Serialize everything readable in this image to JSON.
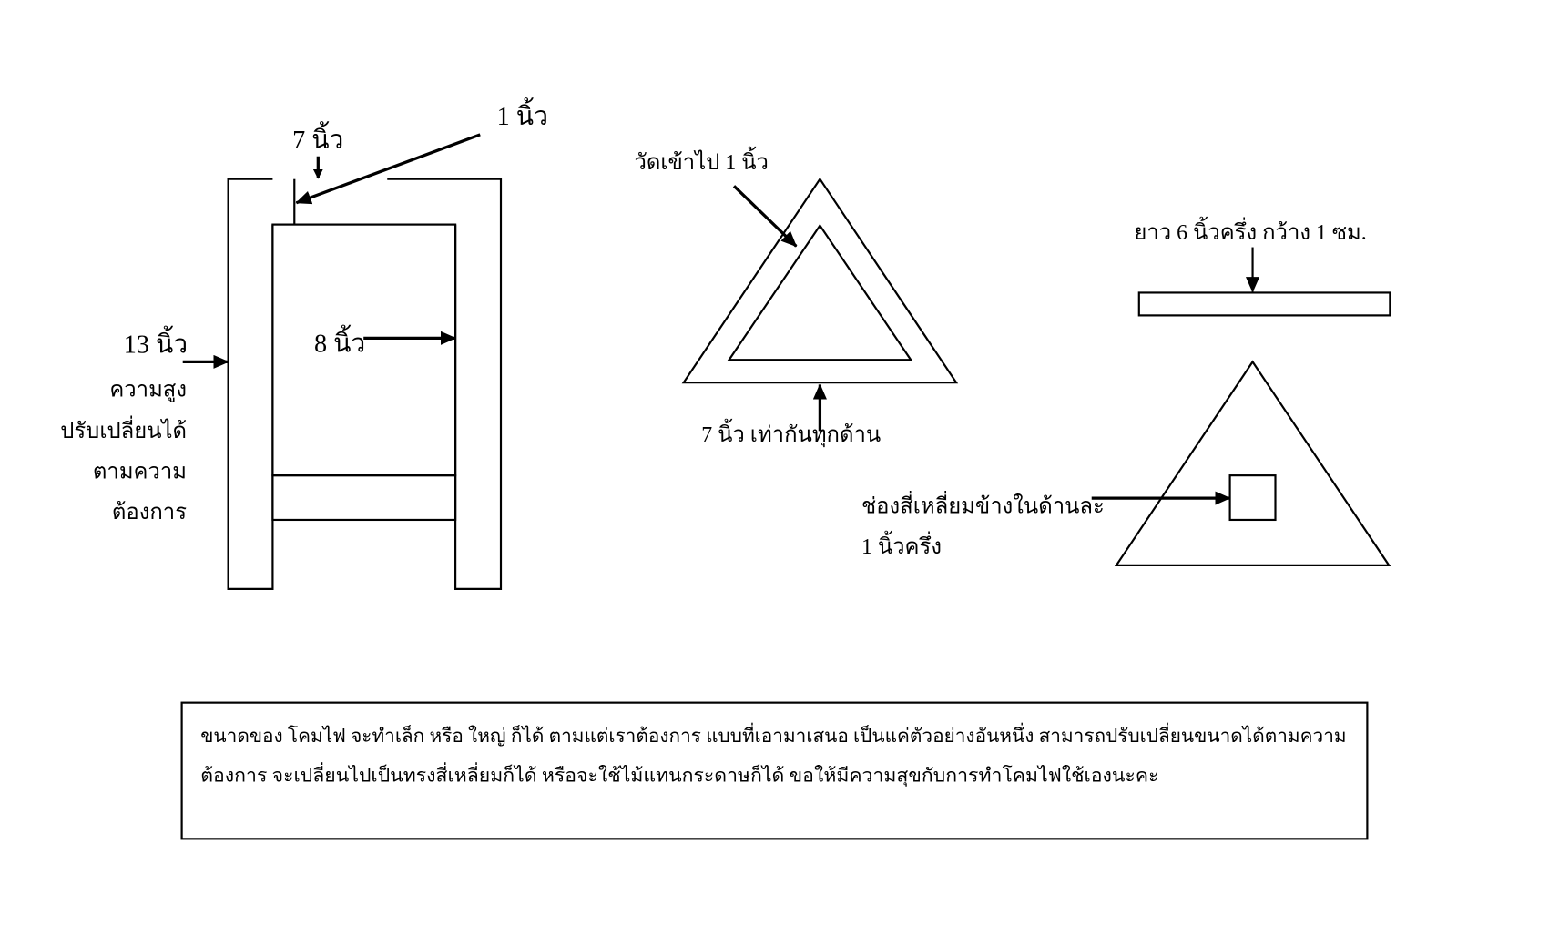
{
  "lamp_frame": {
    "label_top_width": "7 นิ้ว",
    "label_gap": "1 นิ้ว",
    "label_height": "13 นิ้ว",
    "label_inner": "8 นิ้ว",
    "note_lines": [
      "ความสูง",
      "ปรับเปลี่ยนได้",
      "ตามความ",
      "ต้องการ"
    ]
  },
  "triangle_frame": {
    "label_inset": "วัดเข้าไป 1 นิ้ว",
    "label_sides": "7 นิ้ว เท่ากันทุกด้าน"
  },
  "strip": {
    "label": "ยาว 6 นิ้วครึ่ง กว้าง 1 ซม."
  },
  "triangle_window": {
    "label_line1": "ช่องสี่เหลี่ยมข้างในด้านละ",
    "label_line2": "1 นิ้วครึ่ง"
  },
  "note_box": {
    "lines": [
      "ขนาดของ โคมไฟ จะทำเล็ก หรือ ใหญ่ ก็ได้ ตามแต่เราต้องการ แบบที่เอามาเสนอ เป็นแค่ตัวอย่างอันหนึ่ง สามารถปรับเปลี่ยนขนาดได้ตามความ",
      "ต้องการ จะเปลี่ยนไปเป็นทรงสี่เหลี่ยมก็ได้ หรือจะใช้ไม้แทนกระดาษก็ได้ ขอให้มีความสุขกับการทำโคมไฟใช้เองนะคะ"
    ]
  }
}
